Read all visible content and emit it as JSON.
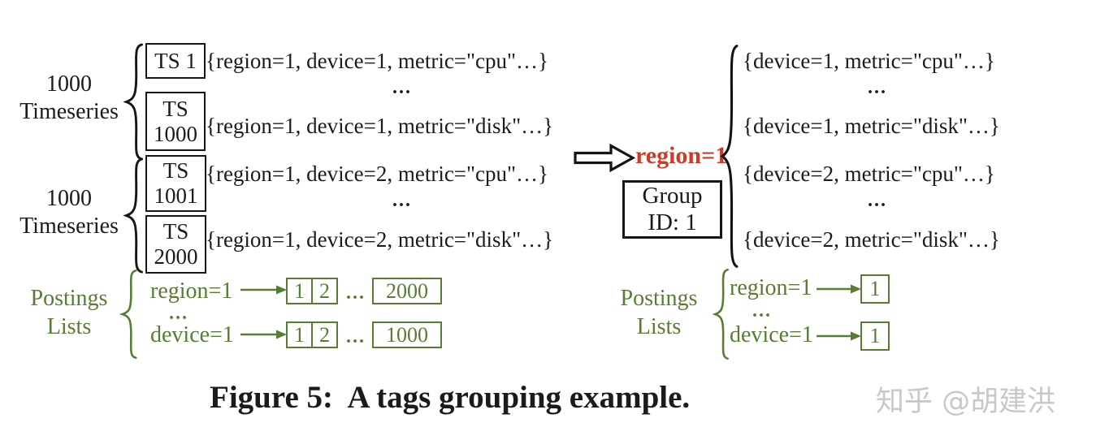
{
  "colors": {
    "text": "#1b1b1b",
    "accent_red": "#cd3a26",
    "accent_green": "#567d32",
    "watermark_gray": "#c8c8c8"
  },
  "left": {
    "group1": {
      "count": "1000",
      "unit": "Timeseries",
      "box1": "TS 1",
      "box2_line1": "TS",
      "box2_line2": "1000",
      "row_top": "{region=1, device=1, metric=\"cpu\"…}",
      "dots": "...",
      "row_bottom": "{region=1, device=1, metric=\"disk\"…}"
    },
    "group2": {
      "count": "1000",
      "unit": "Timeseries",
      "box1_line1": "TS",
      "box1_line2": "1001",
      "box2_line1": "TS",
      "box2_line2": "2000",
      "row_top": "{region=1, device=2, metric=\"cpu\"…}",
      "dots": "...",
      "row_bottom": "{region=1, device=2, metric=\"disk\"…}"
    },
    "postings": {
      "label1": "Postings",
      "label2": "Lists",
      "row1": {
        "key": "region=1",
        "cell1": "1",
        "cell2": "2",
        "dots": "...",
        "last": "2000"
      },
      "mid_dots": "...",
      "row2": {
        "key": "device=1",
        "cell1": "1",
        "cell2": "2",
        "dots": "...",
        "last": "1000"
      }
    }
  },
  "middle": {
    "tag": "region=1",
    "group_line1": "Group",
    "group_line2": "ID: 1"
  },
  "right": {
    "row1": "{device=1, metric=\"cpu\"…}",
    "dots1": "...",
    "row2": "{device=1, metric=\"disk\"…}",
    "row3": "{device=2, metric=\"cpu\"…}",
    "dots2": "...",
    "row4": "{device=2, metric=\"disk\"…}",
    "postings": {
      "label1": "Postings",
      "label2": "Lists",
      "row1": {
        "key": "region=1",
        "cell": "1"
      },
      "mid_dots": "...",
      "row2": {
        "key": "device=1",
        "cell": "1"
      }
    }
  },
  "caption": "Figure 5:  A tags grouping example.",
  "watermark": "知乎 @胡建洪"
}
